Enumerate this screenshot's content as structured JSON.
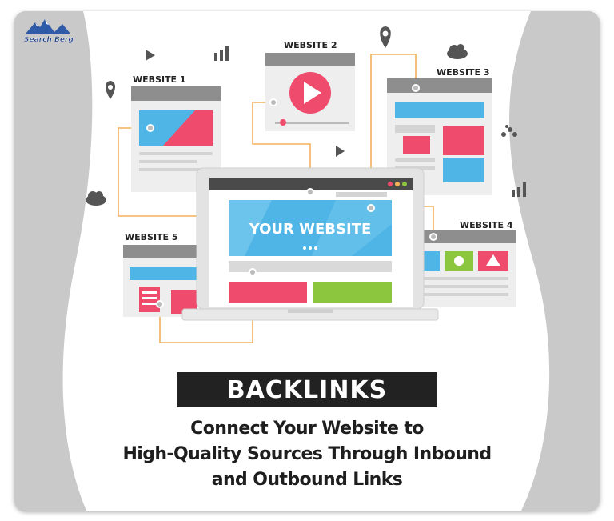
{
  "brand": {
    "name": "Search Berg"
  },
  "diagram": {
    "hub_label": "YOUR WEBSITE",
    "websites": [
      "WEBSITE 1",
      "WEBSITE 2",
      "WEBSITE 3",
      "WEBSITE 4",
      "WEBSITE 5"
    ]
  },
  "title": "BACKLINKS",
  "subtitle": {
    "line1": "Connect Your Website to",
    "line2": "High-Quality Sources Through Inbound",
    "line3": "and Outbound Links"
  },
  "colors": {
    "connector": "#f4b15c",
    "blue": "#4fb5e6",
    "pink": "#ef4b6c",
    "green": "#8cc63f",
    "dark": "#222222"
  }
}
